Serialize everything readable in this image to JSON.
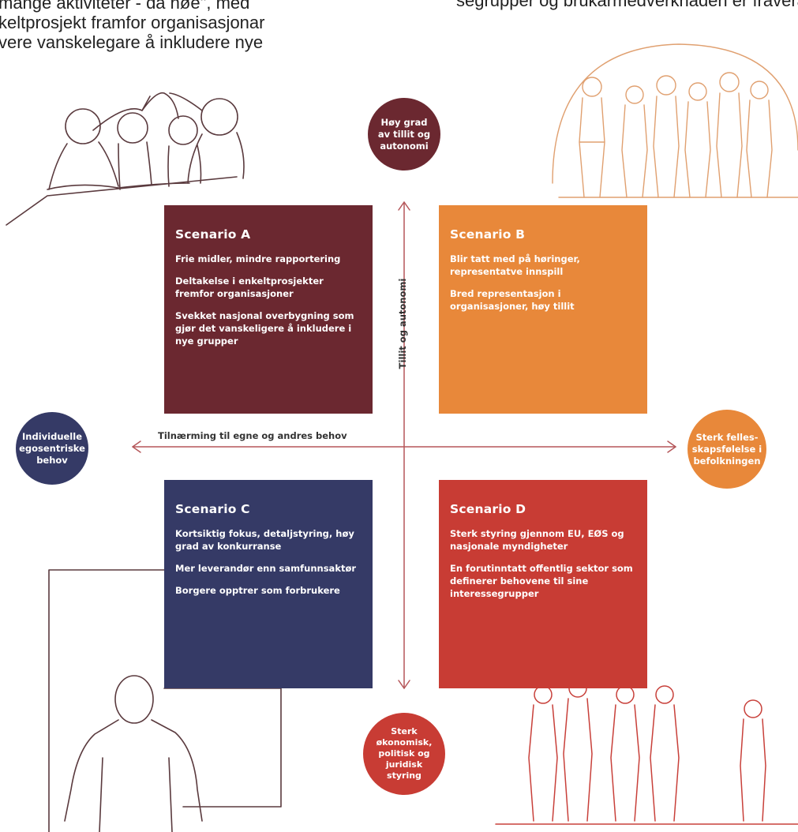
{
  "top_text": {
    "left": [
      "mange aktiviteter - da nøe\", med",
      "keltprosjekt framfor organisasjonar",
      "vere vanskelegare å inkludere nye"
    ],
    "right": [
      "segrupper og brukarmedverknaden er fråverande"
    ]
  },
  "axes": {
    "vertical_label": "Tillit og autonomi",
    "horizontal_label": "Tilnærming til egne og andres behov"
  },
  "poles": {
    "top": [
      "Høy grad",
      "av tillit og",
      "autonomi"
    ],
    "left": [
      "Individuelle",
      "egosentriske",
      "behov"
    ],
    "right": [
      "Sterk felles-",
      "skapsfølelse i",
      "befolkningen"
    ],
    "bottom": [
      "Sterk",
      "økonomisk,",
      "politisk og",
      "juridisk",
      "styring"
    ]
  },
  "scenarios": [
    {
      "title": "Scenario A",
      "color": "#6b2830",
      "points": [
        "Frie midler, mindre rapportering",
        "Deltakelse i enkeltprosjekter fremfor organisasjoner",
        "Svekket nasjonal overbygning som gjør det vanskeligere å inkludere i nye grupper"
      ]
    },
    {
      "title": "Scenario B",
      "color": "#e8883a",
      "points": [
        "Blir tatt med på høringer, representatve innspill",
        "Bred representasjon i organisasjoner, høy tillit"
      ]
    },
    {
      "title": "Scenario C",
      "color": "#353a66",
      "points": [
        "Kortsiktig fokus, detaljstyring, høy grad av konkurranse",
        "Mer leverandør enn samfunnsaktør",
        "Borgere opptrer som forbrukere"
      ]
    },
    {
      "title": "Scenario D",
      "color": "#c83c34",
      "points": [
        "Sterk styring gjennom EU, EØS og nasjonale myndigheter",
        "En forutinntatt offentlig sektor som definerer behovene til sine interessegrupper"
      ]
    }
  ],
  "colors": {
    "pole_top": "#6b2830",
    "pole_left": "#353a66",
    "pole_right": "#e8883a",
    "pole_bottom": "#c83c34",
    "axis": "#b5575a",
    "lineart_dark": "#5a3a3e",
    "lineart_orange": "#e0a070",
    "lineart_red": "#c8403a"
  }
}
